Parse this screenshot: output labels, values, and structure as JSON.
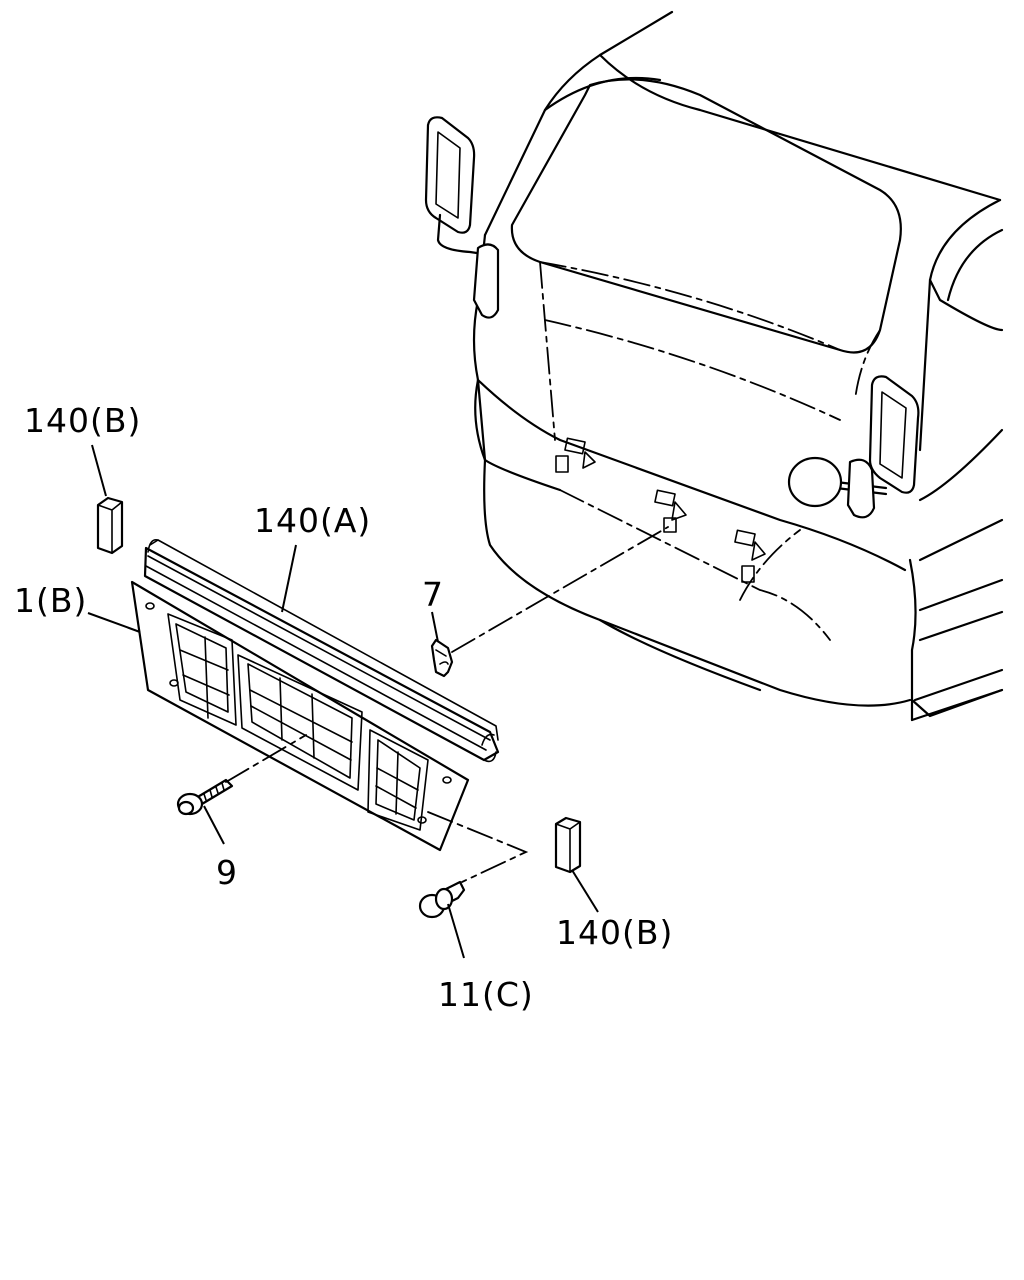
{
  "callouts": {
    "top_left_spacer": "140(B)",
    "grille_molding": "140(A)",
    "grille": "1(B)",
    "clip": "7",
    "bolt": "9",
    "clip_fastener": "11(C)",
    "bottom_right_spacer": "140(B)"
  }
}
